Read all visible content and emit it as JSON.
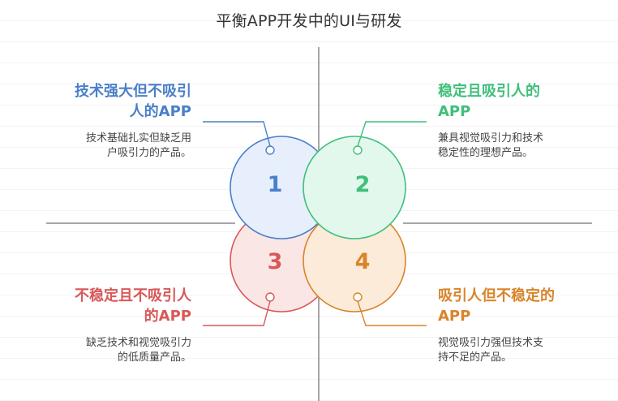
{
  "title": "平衡APP开发中的UI与研发",
  "quadrants": [
    {
      "number": "1",
      "heading": "技术强大但不吸引人的APP",
      "heading_lines": [
        "技术强大但不吸引",
        "人的APP"
      ],
      "description_lines": [
        "技术基础扎实但缺乏用",
        "户吸引力的产品。"
      ],
      "color": "#4a7fc9",
      "fill": "#e6effb"
    },
    {
      "number": "2",
      "heading": "稳定且吸引人的APP",
      "heading_lines": [
        "稳定且吸引人的",
        "APP"
      ],
      "description_lines": [
        "兼具视觉吸引力和技术",
        "稳定性的理想产品。"
      ],
      "color": "#3fbf7a",
      "fill": "#e3f8ec"
    },
    {
      "number": "3",
      "heading": "不稳定且不吸引人的APP",
      "heading_lines": [
        "不稳定且不吸引人",
        "的APP"
      ],
      "description_lines": [
        "缺乏技术和视觉吸引力",
        "的低质量产品。"
      ],
      "color": "#d95858",
      "fill": "#fbe6e6"
    },
    {
      "number": "4",
      "heading": "吸引人但不稳定的APP",
      "heading_lines": [
        "吸引人但不稳定的",
        "APP"
      ],
      "description_lines": [
        "视觉吸引力强但技术支",
        "持不足的产品。"
      ],
      "color": "#d9842a",
      "fill": "#fcebd9"
    }
  ]
}
